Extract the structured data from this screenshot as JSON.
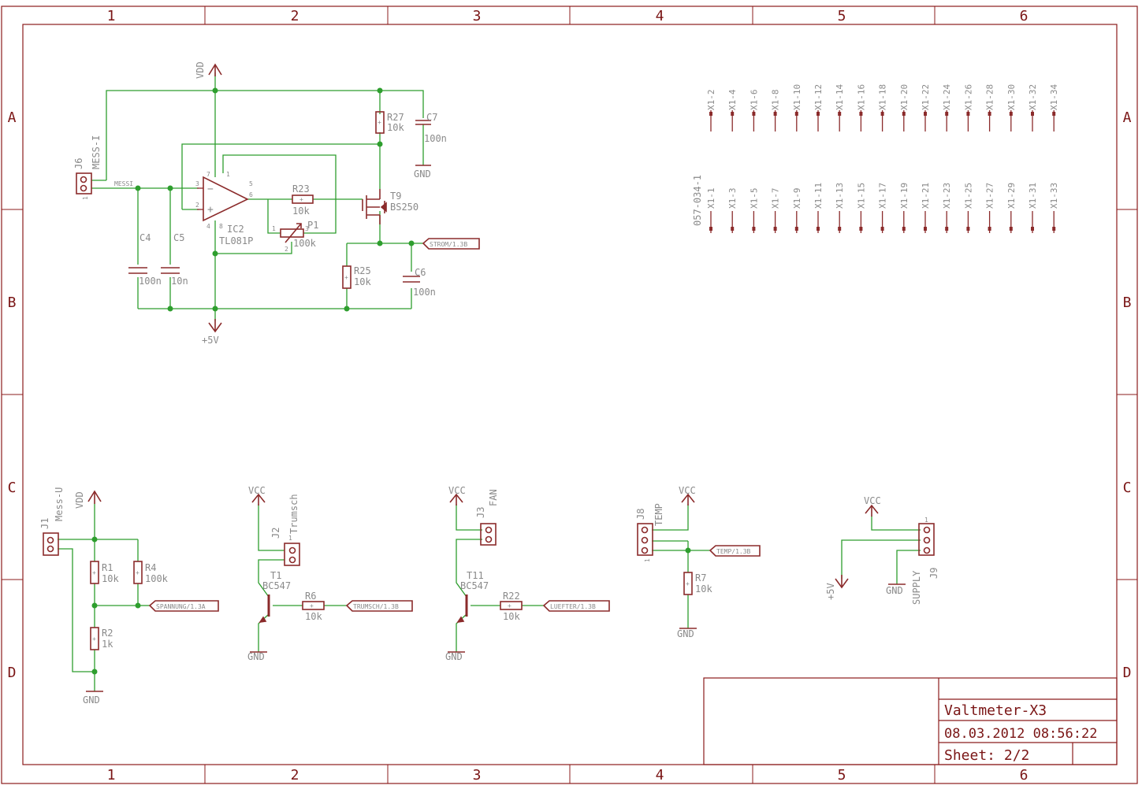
{
  "frame": {
    "columns": [
      "1",
      "2",
      "3",
      "4",
      "5",
      "6"
    ],
    "rows": [
      "A",
      "B",
      "C",
      "D"
    ]
  },
  "title_block": {
    "title": "Valtmeter-X3",
    "datetime": "08.03.2012 08:56:22",
    "sheet": "Sheet: 2/2"
  },
  "supplies": {
    "vdd_top": "VDD",
    "v5_bottom": "+5V",
    "gnd_c7": "GND",
    "vdd_j1": "VDD",
    "gnd_r2": "GND",
    "vcc_j2": "VCC",
    "gnd_t1": "GND",
    "vcc_j3": "VCC",
    "gnd_t11": "GND",
    "vcc_j8": "VCC",
    "gnd_r7": "GND",
    "vcc_j9": "VCC",
    "v5_j9": "+5V",
    "gnd_j9": "GND"
  },
  "parts": {
    "j6": {
      "name": "J6",
      "value": "MESS-I",
      "pin": "1"
    },
    "messi_net": "MESSI",
    "ic2": {
      "name": "IC2",
      "value": "TL081P",
      "pins": [
        "7",
        "1",
        "3",
        "2",
        "5",
        "6",
        "4",
        "8"
      ]
    },
    "r23": {
      "name": "R23",
      "value": "10k"
    },
    "r27": {
      "name": "R27",
      "value": "10k"
    },
    "c7": {
      "name": "C7",
      "value": "100n"
    },
    "t9": {
      "name": "T9",
      "value": "BS250"
    },
    "p1": {
      "name": "P1",
      "value": "100k",
      "pins": [
        "1",
        "3",
        "2"
      ]
    },
    "c4": {
      "name": "C4",
      "value": "100n"
    },
    "c5": {
      "name": "C5",
      "value": "10n"
    },
    "r25": {
      "name": "R25",
      "value": "10k"
    },
    "c6": {
      "name": "C6",
      "value": "100n"
    },
    "strom": "STROM/1.3B",
    "j1": {
      "name": "J1",
      "value": "Mess-U"
    },
    "r1": {
      "name": "R1",
      "value": "10k"
    },
    "r4": {
      "name": "R4",
      "value": "100k"
    },
    "r2": {
      "name": "R2",
      "value": "1k"
    },
    "spannung": "SPANNUNG/1.3A",
    "j2": {
      "name": "J2",
      "value": "Trumsch",
      "pin": "1"
    },
    "t1": {
      "name": "T1",
      "value": "BC547"
    },
    "r6": {
      "name": "R6",
      "value": "10k"
    },
    "trumsch": "TRUMSCH/1.3B",
    "j3": {
      "name": "J3",
      "value": "FAN"
    },
    "t11": {
      "name": "T11",
      "value": "BC547"
    },
    "r22": {
      "name": "R22",
      "value": "10k"
    },
    "luefter": "LUEFTER/1.3B",
    "j8": {
      "name": "J8",
      "value": "TEMP",
      "pin": "1"
    },
    "temp": "TEMP/1.3B",
    "r7": {
      "name": "R7",
      "value": "10k"
    },
    "j9": {
      "name": "J9",
      "value": "SUPPLY",
      "pin": "1"
    },
    "x1": {
      "part": "057-034-1",
      "top": [
        "X1-2",
        "X1-4",
        "X1-6",
        "X1-8",
        "X1-10",
        "X1-12",
        "X1-14",
        "X1-16",
        "X1-18",
        "X1-20",
        "X1-22",
        "X1-24",
        "X1-26",
        "X1-28",
        "X1-30",
        "X1-32",
        "X1-34"
      ],
      "bottom": [
        "X1-1",
        "X1-3",
        "X1-5",
        "X1-7",
        "X1-9",
        "X1-11",
        "X1-13",
        "X1-15",
        "X1-17",
        "X1-19",
        "X1-21",
        "X1-23",
        "X1-25",
        "X1-27",
        "X1-29",
        "X1-31",
        "X1-33"
      ]
    }
  }
}
